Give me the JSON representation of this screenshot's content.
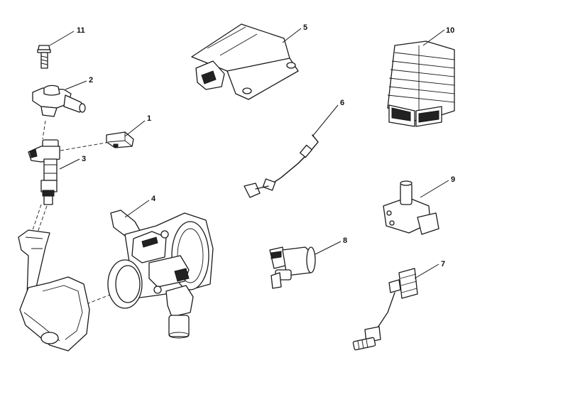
{
  "callouts": [
    "11",
    "5",
    "10",
    "2",
    "1",
    "6",
    "3",
    "9",
    "4",
    "8",
    "7"
  ]
}
